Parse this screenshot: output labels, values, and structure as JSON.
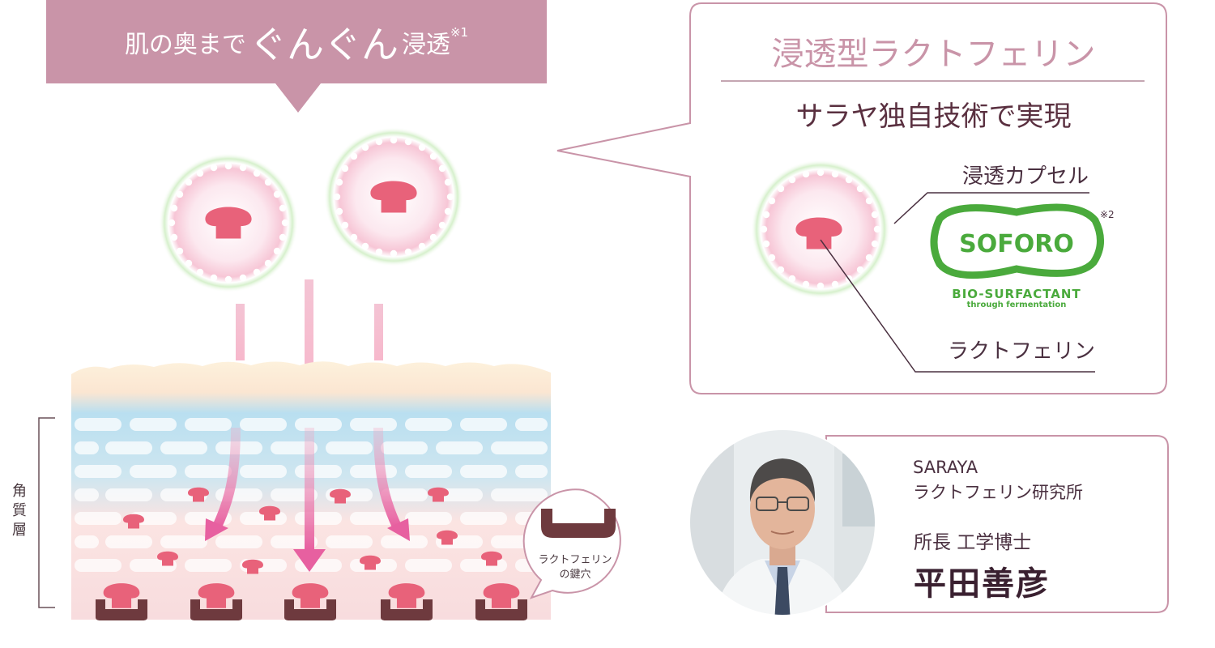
{
  "banner": {
    "prefix": "肌の奥まで",
    "emphasis": "ぐんぐん",
    "suffix": "浸透",
    "note": "※1"
  },
  "panel": {
    "title": "浸透型ラクトフェリン",
    "subtitle": "サラヤ独自技術で実現",
    "capsule_label": "浸透カプセル",
    "lactoferrin_label": "ラクトフェリン",
    "note": "※2",
    "logo": {
      "brand": "SOFORO",
      "tagline": "BIO-SURFACTANT",
      "sub": "through fermentation"
    }
  },
  "skin": {
    "label": "角質層",
    "keyhole_label_line1": "ラクトフェリン",
    "keyhole_label_line2": "の鍵穴"
  },
  "person": {
    "company": "SARAYA",
    "lab": "ラクトフェリン研究所",
    "role": "所長 工学博士",
    "name": "平田善彦"
  },
  "colors": {
    "accent_pink": "#c994a8",
    "lactoferrin": "#e8627a",
    "keyhole": "#6e3a3e",
    "capsule_glow": "#7ed06a",
    "logo_green": "#4aaa3c"
  }
}
